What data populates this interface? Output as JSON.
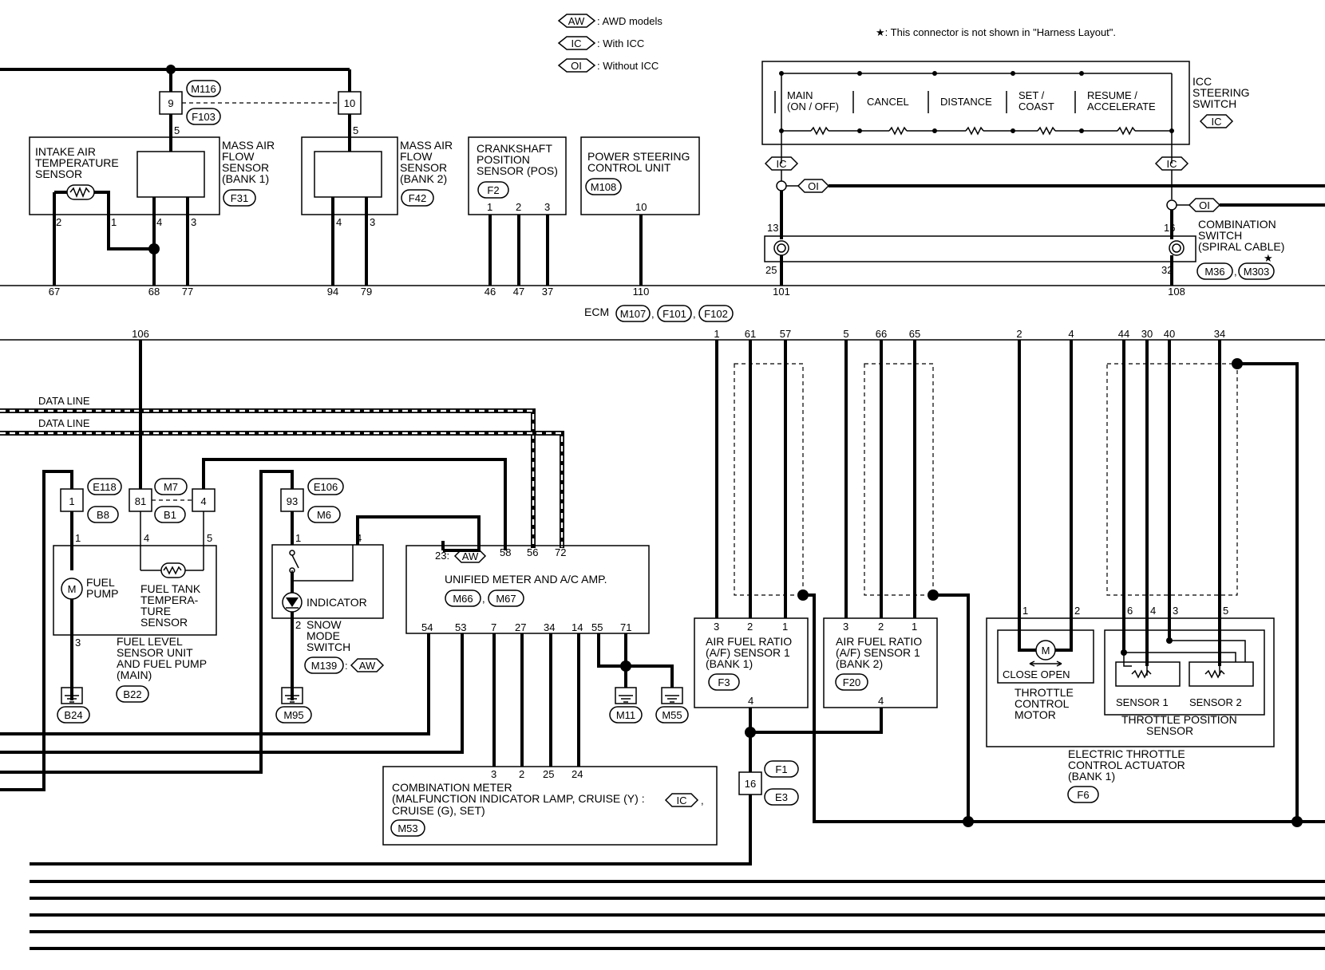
{
  "legend": {
    "aw_code": "AW",
    "aw_text": ": AWD models",
    "ic_code": "IC",
    "ic_text": ": With ICC",
    "oi_code": "OI",
    "oi_text": ": Without ICC",
    "note": "★: This connector is not shown in \"Harness Layout\"."
  },
  "ecm": {
    "label": "ECM",
    "c1": "M107",
    "c2": "F101",
    "c3": "F102"
  },
  "sensors": {
    "intake_air_temp": [
      "INTAKE AIR",
      "TEMPERATURE",
      "SENSOR"
    ],
    "maf1": [
      "MASS AIR",
      "FLOW",
      "SENSOR",
      "(BANK 1)"
    ],
    "maf1_conn": "F31",
    "maf2": [
      "MASS AIR",
      "FLOW",
      "SENSOR",
      "(BANK 2)"
    ],
    "maf2_conn": "F42",
    "ckp": [
      "CRANKSHAFT",
      "POSITION",
      "SENSOR (POS)"
    ],
    "ckp_conn": "F2",
    "ps": [
      "POWER STEERING",
      "CONTROL UNIT"
    ],
    "ps_conn": "M108",
    "m116": "M116",
    "f103": "F103"
  },
  "icc": {
    "title": [
      "ICC",
      "STEERING",
      "SWITCH"
    ],
    "main": [
      "MAIN",
      "(ON / OFF)"
    ],
    "cancel": "CANCEL",
    "distance": "DISTANCE",
    "set": [
      "SET /",
      "COAST"
    ],
    "resume": [
      "RESUME /",
      "ACCELERATE"
    ],
    "combo": [
      "COMBINATION",
      "SWITCH",
      "(SPIRAL CABLE)"
    ],
    "m36": "M36",
    "m303": "M303",
    "star": "★"
  },
  "top_pins": [
    "67",
    "68",
    "77",
    "94",
    "79",
    "46",
    "47",
    "37",
    "110",
    "101",
    "108"
  ],
  "mid_pins": {
    "p106": "106",
    "af1": [
      "1",
      "61",
      "57"
    ],
    "af2": [
      "5",
      "66",
      "65"
    ],
    "thr": [
      "2",
      "4"
    ],
    "tps": [
      "44",
      "30",
      "40",
      "34"
    ]
  },
  "data_line": "DATA LINE",
  "fuel": {
    "pump": [
      "FUEL",
      "PUMP"
    ],
    "tank": [
      "FUEL TANK",
      "TEMPERA-",
      "TURE",
      "SENSOR"
    ],
    "unit": [
      "FUEL LEVEL",
      "SENSOR UNIT",
      "AND FUEL PUMP",
      "(MAIN)"
    ],
    "e118": "E118",
    "b8": "B8",
    "m7": "M7",
    "b1": "B1",
    "b22": "B22",
    "b24": "B24"
  },
  "snow": {
    "label": [
      "SNOW",
      "MODE",
      "SWITCH"
    ],
    "indicator": "INDICATOR",
    "e106": "E106",
    "m6": "M6",
    "m139": "M139",
    "m95": "M95"
  },
  "meter": {
    "title": "UNIFIED METER AND A/C AMP.",
    "m66": "M66",
    "m67": "M67",
    "top_pins": [
      "23:",
      "58",
      "56",
      "72"
    ],
    "bot_pins": [
      "54",
      "53",
      "7",
      "27",
      "34",
      "14",
      "55",
      "71"
    ],
    "m11": "M11",
    "m55": "M55"
  },
  "combo_meter": {
    "lines": [
      "COMBINATION METER",
      "(MALFUNCTION INDICATOR LAMP, CRUISE (Y) :",
      "CRUISE (G), SET)"
    ],
    "m53": "M53",
    "pins": [
      "3",
      "2",
      "25",
      "24"
    ]
  },
  "af_sensor1": {
    "lines": [
      "AIR FUEL RATIO",
      "(A/F) SENSOR 1",
      "(BANK 1)"
    ],
    "conn": "F3",
    "pins": [
      "3",
      "2",
      "1"
    ],
    "bot": "4"
  },
  "af_sensor2": {
    "lines": [
      "AIR FUEL RATIO",
      "(A/F) SENSOR 1",
      "(BANK 2)"
    ],
    "conn": "F20",
    "pins": [
      "3",
      "2",
      "1"
    ],
    "bot": "4"
  },
  "joint": {
    "pin": "16",
    "f1": "F1",
    "e3": "E3"
  },
  "throttle": {
    "motor": [
      "THROTTLE",
      "CONTROL",
      "MOTOR"
    ],
    "close_open": "CLOSE OPEN",
    "sensor1": "SENSOR 1",
    "sensor2": "SENSOR 2",
    "tps": [
      "THROTTLE POSITION",
      "SENSOR"
    ],
    "actuator": [
      "ELECTRIC THROTTLE",
      "CONTROL ACTUATOR",
      "(BANK 1)"
    ],
    "f6": "F6",
    "pins": [
      "1",
      "2",
      "6",
      "4",
      "3",
      "5"
    ]
  }
}
